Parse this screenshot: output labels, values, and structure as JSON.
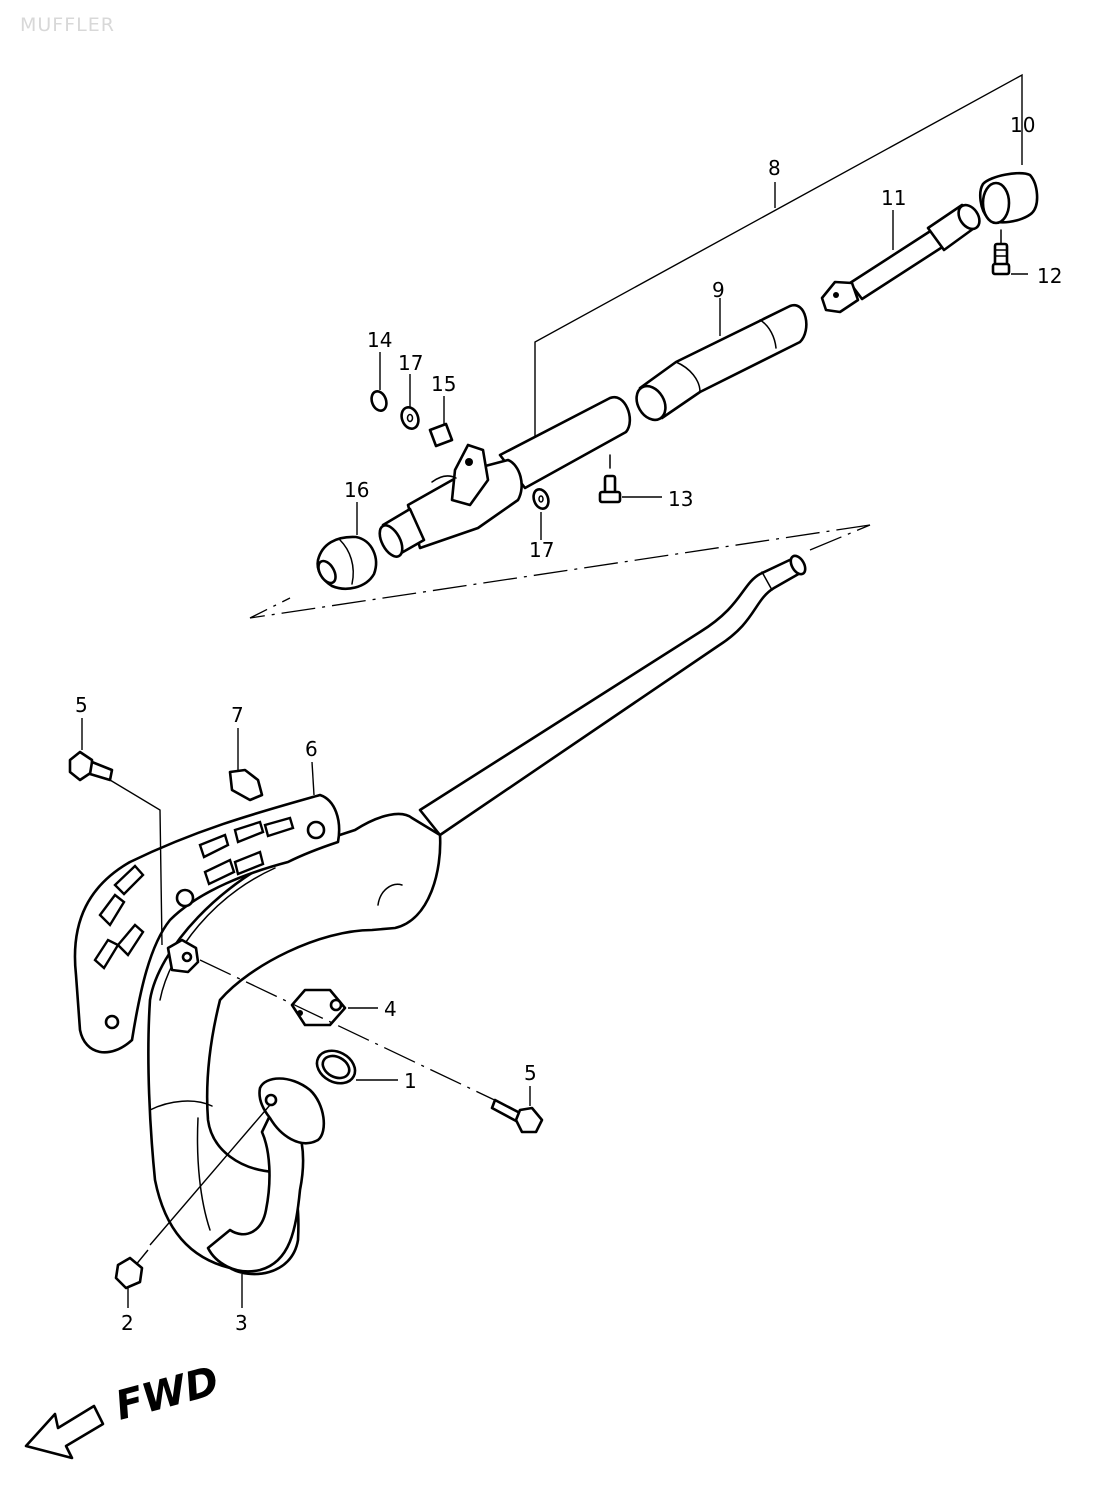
{
  "title": "MUFFLER",
  "direction_label": "FWD",
  "callouts": {
    "c1": "1",
    "c2": "2",
    "c3": "3",
    "c4": "4",
    "c5a": "5",
    "c5b": "5",
    "c6": "6",
    "c7": "7",
    "c8": "8",
    "c9": "9",
    "c10": "10",
    "c11": "11",
    "c12": "12",
    "c13": "13",
    "c14": "14",
    "c15": "15",
    "c16": "16",
    "c17a": "17",
    "c17b": "17"
  }
}
